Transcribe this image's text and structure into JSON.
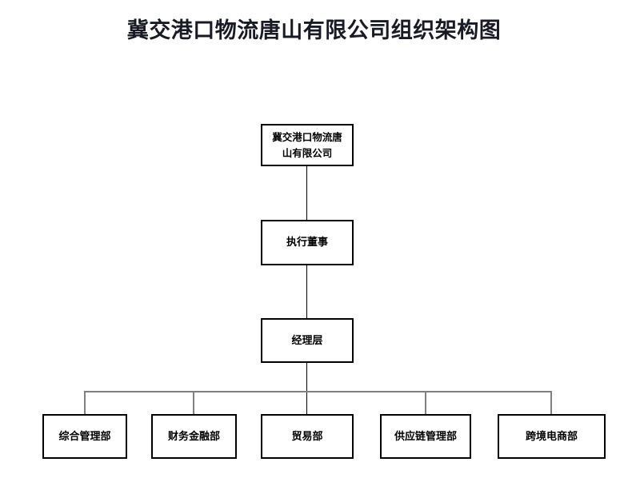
{
  "page": {
    "title": "冀交港口物流唐山有限公司组织架构图",
    "background_color": "#ffffff",
    "box_border_color": "#000000",
    "connector_color": "#808080",
    "text_color": "#000000",
    "title_color": "#1a1a24"
  },
  "chart_data": {
    "type": "diagram",
    "diagram_type": "organizational-chart",
    "title": "冀交港口物流唐山有限公司组织架构图",
    "orientation": "top-down",
    "levels": [
      {
        "level": 1,
        "nodes": [
          {
            "id": "company",
            "label": "冀交港口物流唐\n山有限公司",
            "label_plain": "冀交港口物流唐山有限公司"
          }
        ]
      },
      {
        "level": 2,
        "nodes": [
          {
            "id": "executive-director",
            "label": "执行董事",
            "label_plain": "执行董事"
          }
        ]
      },
      {
        "level": 3,
        "nodes": [
          {
            "id": "management-layer",
            "label": "经理层",
            "label_plain": "经理层"
          }
        ]
      },
      {
        "level": 4,
        "nodes": [
          {
            "id": "dept-0",
            "label": "综合管理部",
            "label_plain": "综合管理部"
          },
          {
            "id": "dept-1",
            "label": "财务金融部",
            "label_plain": "财务金融部"
          },
          {
            "id": "dept-2",
            "label": "贸易部",
            "label_plain": "贸易部"
          },
          {
            "id": "dept-3",
            "label": "供应链管理部",
            "label_plain": "供应链管理部"
          },
          {
            "id": "dept-4",
            "label": "跨境电商部",
            "label_plain": "跨境电商部"
          }
        ]
      }
    ],
    "edges": [
      {
        "from": "company",
        "to": "executive-director"
      },
      {
        "from": "executive-director",
        "to": "management-layer"
      },
      {
        "from": "management-layer",
        "to": "dept-0"
      },
      {
        "from": "management-layer",
        "to": "dept-1"
      },
      {
        "from": "management-layer",
        "to": "dept-2"
      },
      {
        "from": "management-layer",
        "to": "dept-3"
      },
      {
        "from": "management-layer",
        "to": "dept-4"
      }
    ]
  }
}
